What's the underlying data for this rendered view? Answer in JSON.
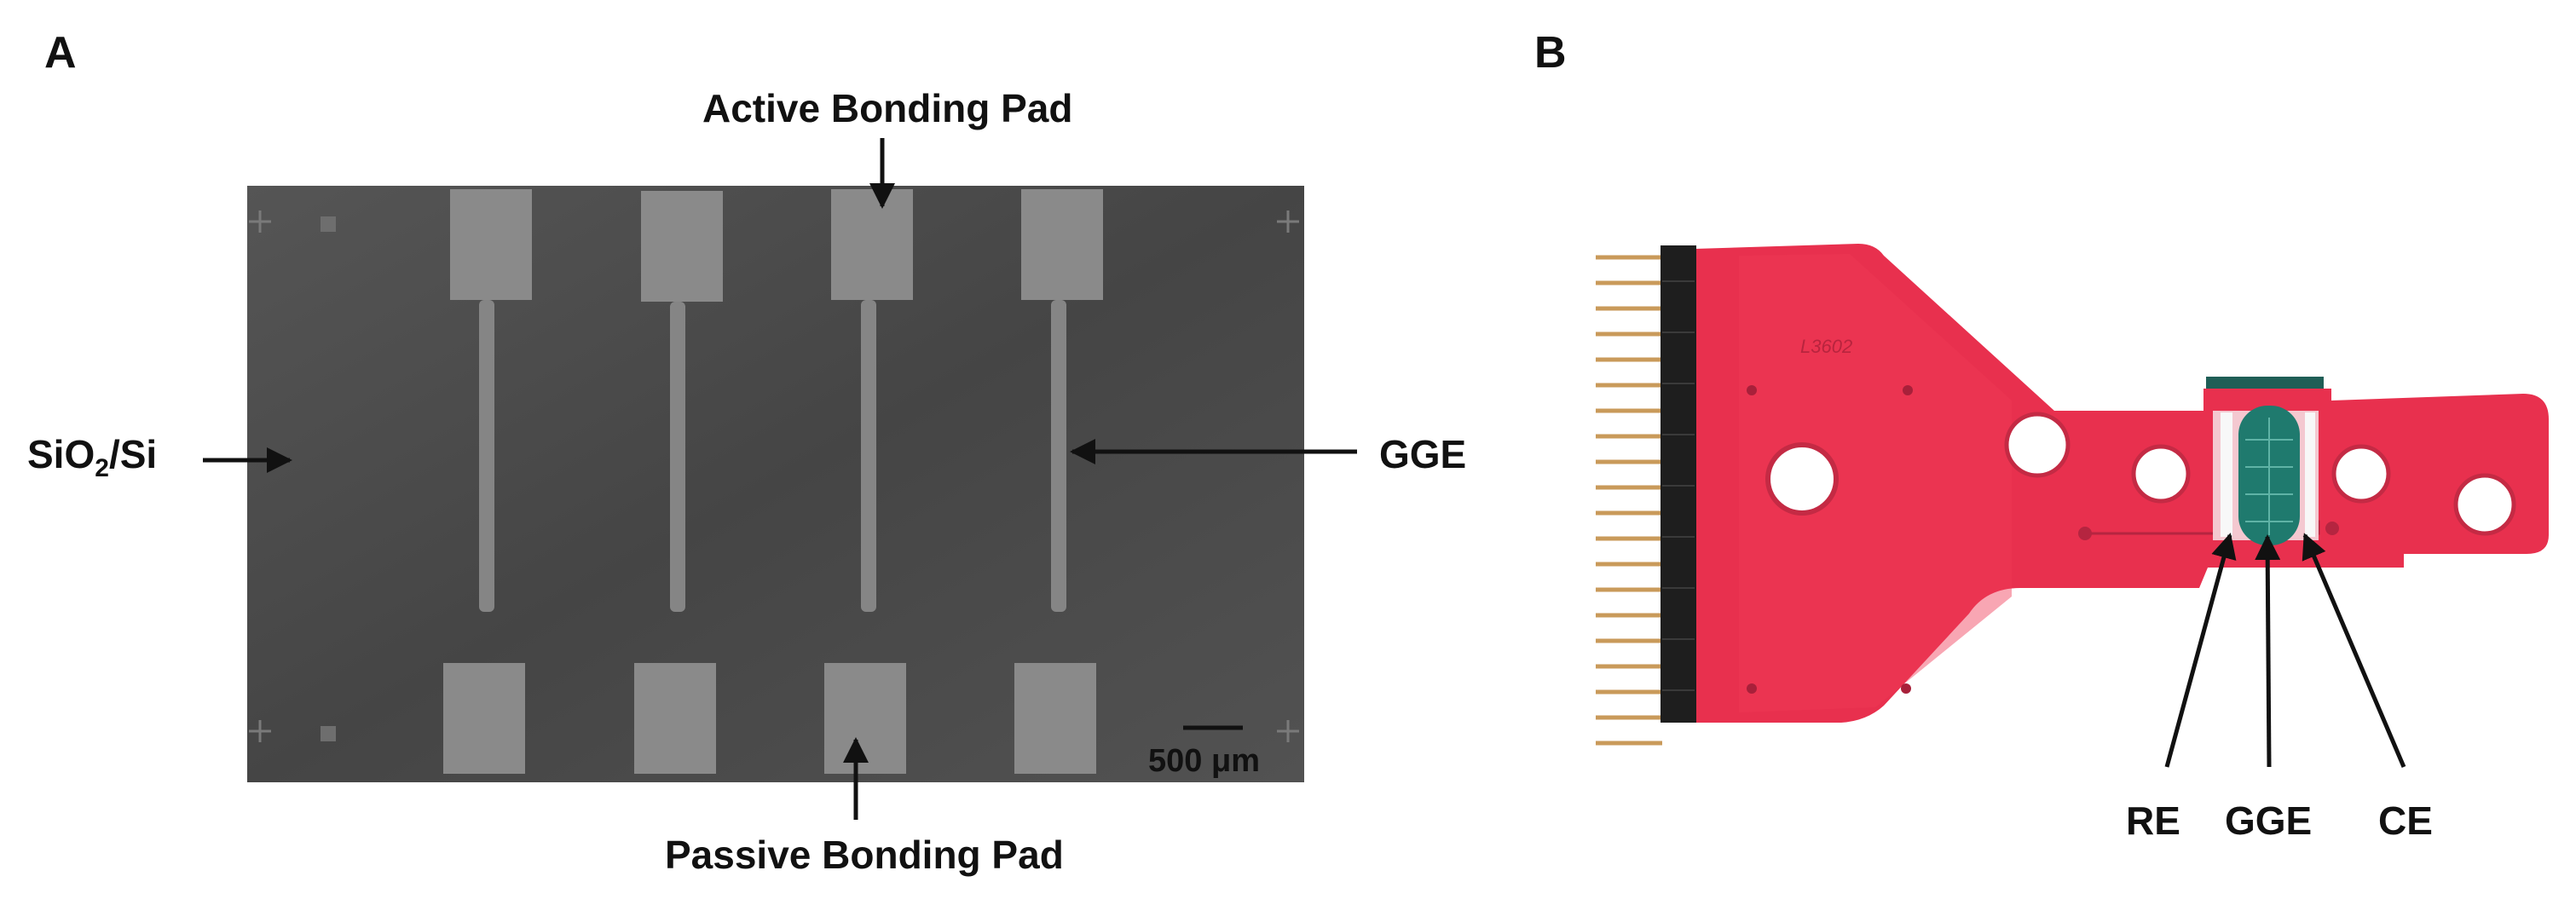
{
  "panels": [
    {
      "letter": "A",
      "labels": {
        "top_pad": "Active Bonding Pad",
        "bottom_pad": "Passive Bonding Pad",
        "substrate_main": "SiO",
        "substrate_sub": "2",
        "substrate_rest": "/Si",
        "electrode": "GGE",
        "scale_bar": "500 μm"
      },
      "pad_columns": 4,
      "colors": {
        "substrate": "#4a4a4a",
        "pads": "#8a8a8a"
      }
    },
    {
      "letter": "B",
      "labels": {
        "reference": "RE",
        "working": "GGE",
        "counter": "CE",
        "board_marking": "L3602"
      },
      "pin_count": 20,
      "colors": {
        "board": "#e8304e",
        "sensor": "#1f7a6e",
        "pins": "#c99a5a",
        "connector": "#222222"
      }
    }
  ]
}
